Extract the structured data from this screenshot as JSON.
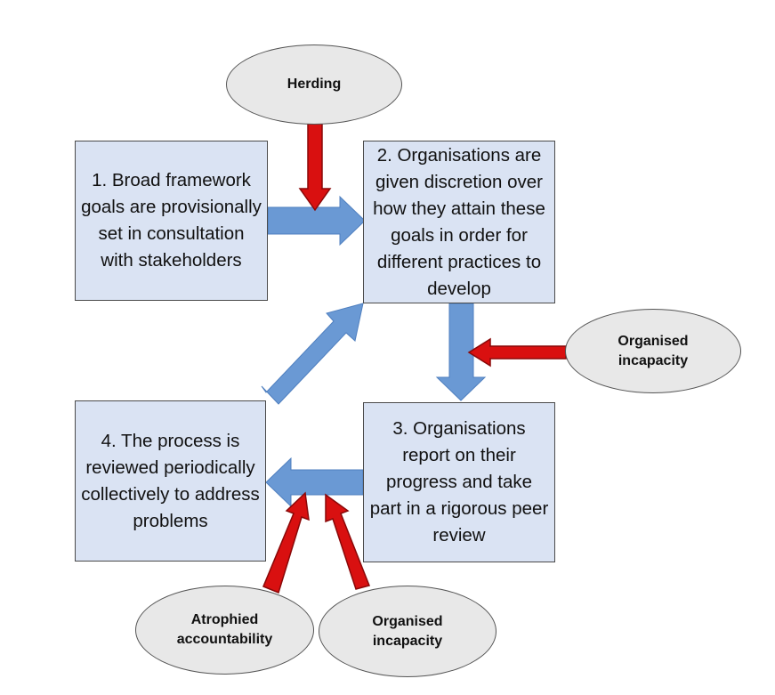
{
  "diagram": {
    "boxes": [
      {
        "id": "step-1",
        "text": "1. Broad framework goals are provisionally set in consultation with stakeholders"
      },
      {
        "id": "step-2",
        "text": "2. Organisations are given discretion over how they attain these goals in order for different practices to develop"
      },
      {
        "id": "step-3",
        "text": "3. Organisations report on their progress and take part in a rigorous peer review"
      },
      {
        "id": "step-4",
        "text": "4. The process is reviewed periodically collectively to address problems"
      }
    ],
    "ovals": [
      {
        "id": "herding",
        "text": "Herding"
      },
      {
        "id": "organised-incapacity-right",
        "text": "Organised incapacity"
      },
      {
        "id": "atrophied-accountability",
        "text": "Atrophied accountability"
      },
      {
        "id": "organised-incapacity-bottom",
        "text": "Organised incapacity"
      }
    ],
    "colors": {
      "box_fill": "#dae3f3",
      "oval_fill": "#e8e8e8",
      "flow_arrow": "#6a99d4",
      "pressure_arrow": "#d91010"
    }
  }
}
